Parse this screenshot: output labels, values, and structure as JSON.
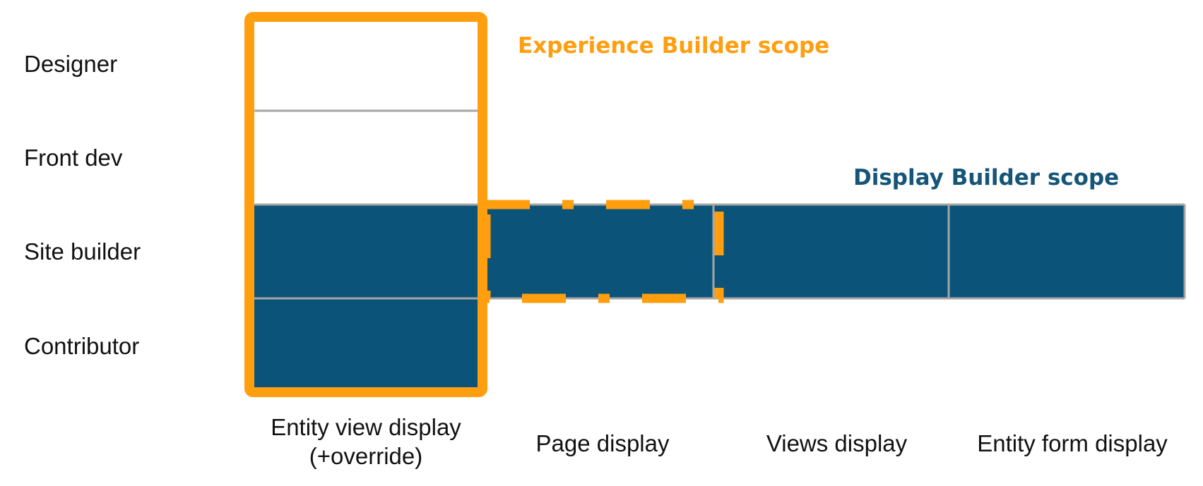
{
  "diagram": {
    "rows": [
      "Designer",
      "Front dev",
      "Site builder",
      "Contributor"
    ],
    "columns": [
      {
        "line1": "Entity view display",
        "line2": "(+override)"
      },
      {
        "line1": "Page display",
        "line2": ""
      },
      {
        "line1": "Views display",
        "line2": ""
      },
      {
        "line1": "Entity form display",
        "line2": ""
      }
    ],
    "scopes": {
      "experience_builder": "Experience Builder scope",
      "display_builder": "Display Builder scope"
    },
    "colors": {
      "orange": "#ff9e0f",
      "dark_blue": "#0b5379",
      "blue_title": "#155577",
      "grid": "#a6a6a6"
    }
  }
}
